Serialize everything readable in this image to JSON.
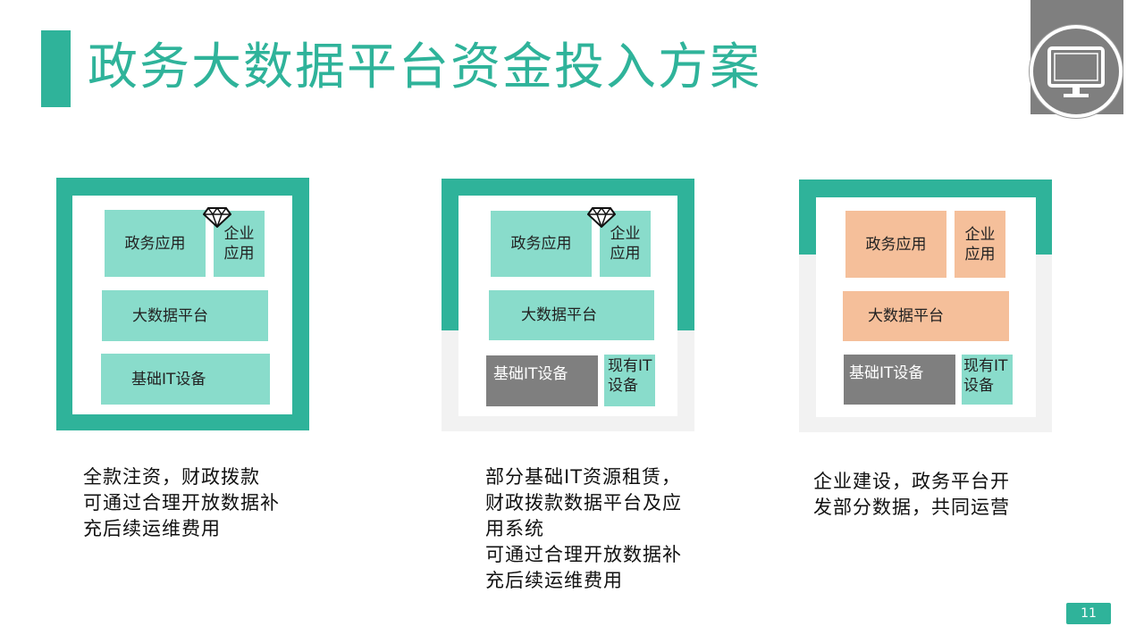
{
  "title": "政务大数据平台资金投入方案",
  "page_number": "11",
  "icons": {
    "header_icon": "monitor-icon",
    "badge_icon": "diamond-icon"
  },
  "colors": {
    "accent": "#2fb39a",
    "teal_block": "#89dccb",
    "peach_block": "#f5bf9a",
    "gray_block": "#7f7f7f",
    "frame_gray": "#f2f2f2"
  },
  "panel1": {
    "gov_app": "政务应用",
    "ent_app_1": "企业",
    "ent_app_2": "应用",
    "big_data": "大数据平台",
    "infra": "基础IT设备",
    "desc": [
      "全款注资，财政拨款",
      "可通过合理开放数据补",
      "充后续运维费用"
    ]
  },
  "panel2": {
    "gov_app": "政务应用",
    "ent_app_1": "企业",
    "ent_app_2": "应用",
    "big_data": "大数据平台",
    "infra": "基础IT设备",
    "existing_1": "现有IT",
    "existing_2": "设备",
    "desc": [
      "部分基础IT资源租赁，",
      "财政拨款数据平台及应",
      "用系统",
      "可通过合理开放数据补",
      "充后续运维费用"
    ]
  },
  "panel3": {
    "gov_app": "政务应用",
    "ent_app_1": "企业",
    "ent_app_2": "应用",
    "big_data": "大数据平台",
    "infra": "基础IT设备",
    "existing_1": "现有IT",
    "existing_2": "设备",
    "desc": [
      "企业建设，政务平台开",
      "发部分数据，共同运营"
    ]
  }
}
